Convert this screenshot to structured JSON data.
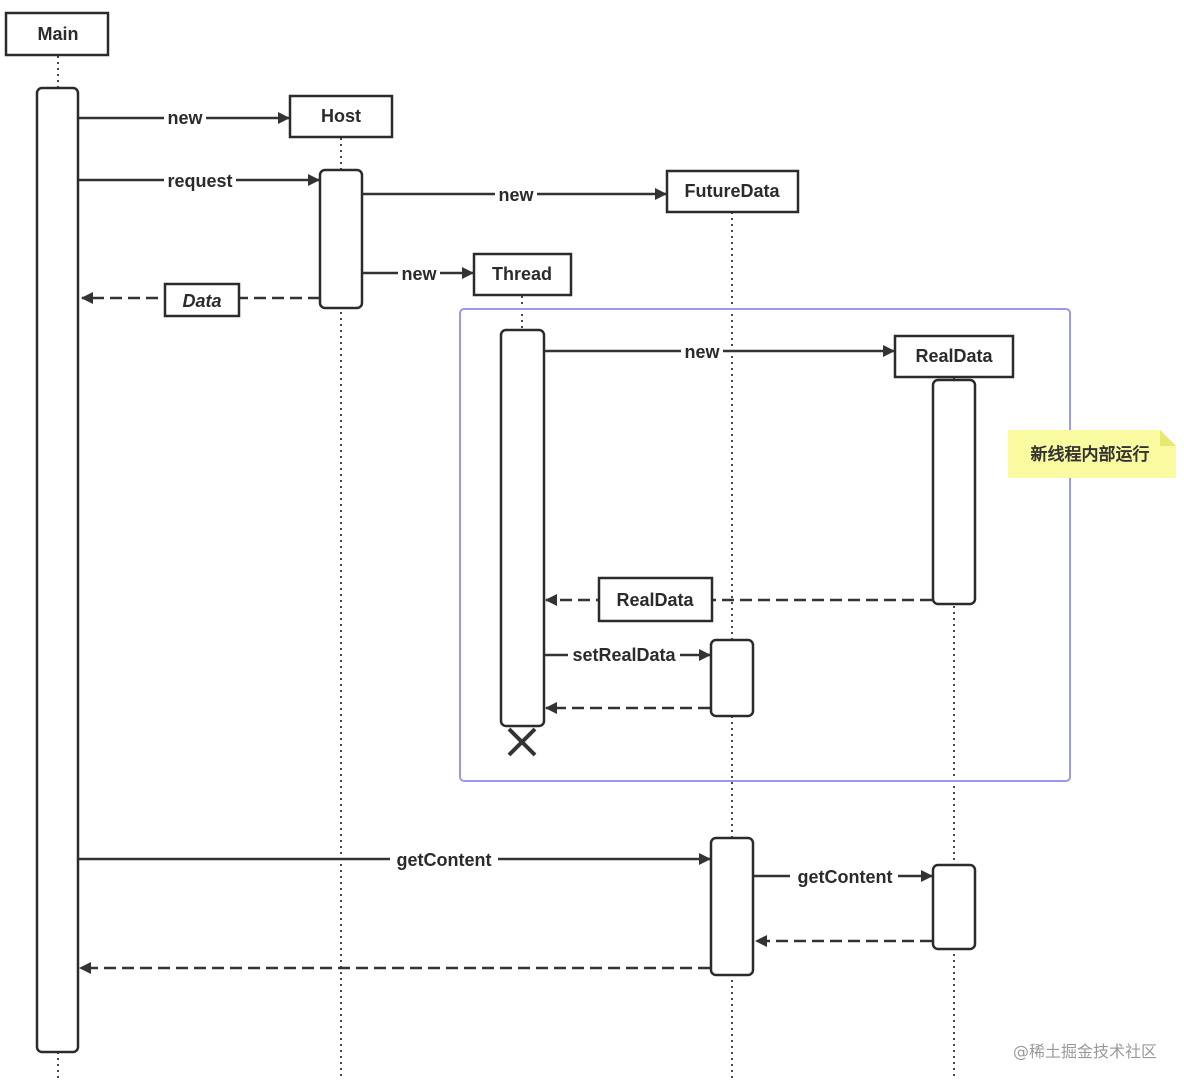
{
  "participants": {
    "main": "Main",
    "host": "Host",
    "future_data": "FutureData",
    "thread": "Thread",
    "real_data": "RealData"
  },
  "messages": {
    "main_new_host": "new",
    "main_request_host": "request",
    "host_new_future": "new",
    "host_new_thread": "new",
    "host_return_data": "Data",
    "thread_new_realdata": "new",
    "realdata_return": "RealData",
    "thread_set_realdata": "setRealData",
    "main_get_content": "getContent",
    "future_get_content": "getContent"
  },
  "note": {
    "text": "新线程内部运行",
    "color": "#fafaa0"
  },
  "frame": {
    "color": "#9999ee"
  },
  "watermark": "@稀土掘金技术社区"
}
